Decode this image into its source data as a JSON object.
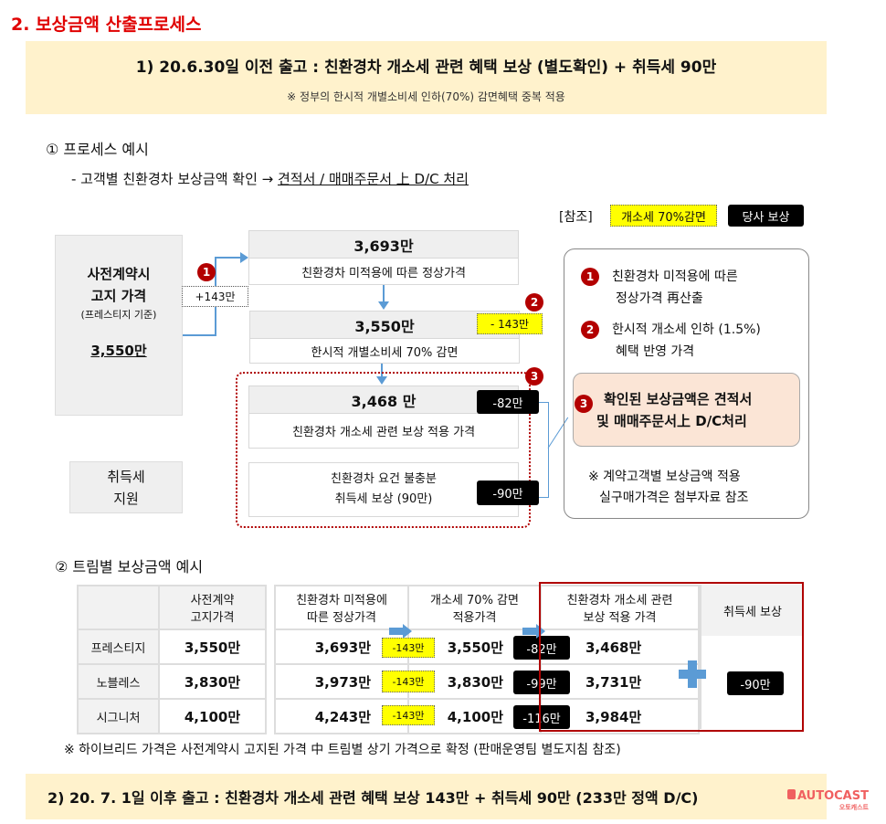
{
  "title": "2. 보상금액  산출프로세스",
  "banner1": {
    "line1": "1) 20.6.30일 이전 출고 : 친환경차 개소세 관련 혜택 보상 (별도확인) + 취득세 90만",
    "line2": "※ 정부의 한시적 개별소비세 인하(70%) 감면혜택 중복 적용"
  },
  "section1": {
    "heading": "① 프로세스 예시",
    "desc_prefix": "- 고객별 친환경차  보상금액 확인 → ",
    "desc_link": "견적서 / 매매주문서 上 D/C 처리"
  },
  "legend": {
    "label": "[참조]",
    "yellow": "개소세 70%감면",
    "black": "당사 보상"
  },
  "left_box": {
    "line1": "사전계약시",
    "line2": "고지 가격",
    "line3": "(프레스티지 기준)",
    "price": "3,550만"
  },
  "tax_box": {
    "line1": "취득세",
    "line2": "지원"
  },
  "plus_tag": "+143만",
  "steps": [
    {
      "price": "3,693만",
      "desc": "친환경차 미적용에 따른 정상가격"
    },
    {
      "price": "3,550만",
      "desc": "한시적 개별소비세 70% 감면",
      "tag": "- 143만"
    },
    {
      "price": "3,468 만",
      "desc": "친환경차 개소세 관련 보상 적용 가격",
      "tag": "-82만"
    },
    {
      "desc1": "친환경차 요건 불충분",
      "desc2": "취득세 보상 (90만)",
      "tag": "-90만"
    }
  ],
  "badges": [
    "1",
    "2",
    "3"
  ],
  "notes": {
    "n1a": "친환경차 미적용에 따른",
    "n1b": "정상가격 再산출",
    "n2a": "한시적 개소세 인하 (1.5%)",
    "n2b": "혜택 반영 가격",
    "n3a": "확인된 보상금액은 견적서",
    "n3b": "및 매매주문서上 D/C처리",
    "foot1": "※ 계약고객별 보상금액 적용",
    "foot2": "실구매가격은 첨부자료 참조"
  },
  "section2": {
    "heading": "② 트림별 보상금액 예시"
  },
  "table": {
    "h_pre1": "사전계약",
    "h_pre2": "고지가격",
    "h_norm1": "친환경차 미적용에",
    "h_norm2": "따른 정상가격",
    "h_cut1": "개소세 70% 감면",
    "h_cut2": "적용가격",
    "h_comp1": "친환경차 개소세 관련",
    "h_comp2": "보상 적용 가격",
    "h_tax": "취득세 보상",
    "tax_tag": "-90만",
    "rows": [
      {
        "trim": "프레스티지",
        "pre": "3,550만",
        "normal": "3,693만",
        "cut_tag": "-143만",
        "cut": "3,550만",
        "comp_tag": "-82만",
        "comp": "3,468만"
      },
      {
        "trim": "노블레스",
        "pre": "3,830만",
        "normal": "3,973만",
        "cut_tag": "-143만",
        "cut": "3,830만",
        "comp_tag": "-99만",
        "comp": "3,731만"
      },
      {
        "trim": "시그니처",
        "pre": "4,100만",
        "normal": "4,243만",
        "cut_tag": "-143만",
        "cut": "4,100만",
        "comp_tag": "-116만",
        "comp": "3,984만"
      }
    ]
  },
  "footnote": "※ 하이브리드 가격은 사전계약시 고지된 가격 中 트림별 상기 가격으로 확정 (판매운영팀 별도지침 참조)",
  "banner2": "2) 20. 7. 1일 이후 출고 : 친환경차 개소세 관련 혜택 보상 143만 + 취득세 90만 (233만 정액 D/C)",
  "watermark": {
    "brand": "AUTOCAST",
    "sub": "오토캐스트"
  }
}
